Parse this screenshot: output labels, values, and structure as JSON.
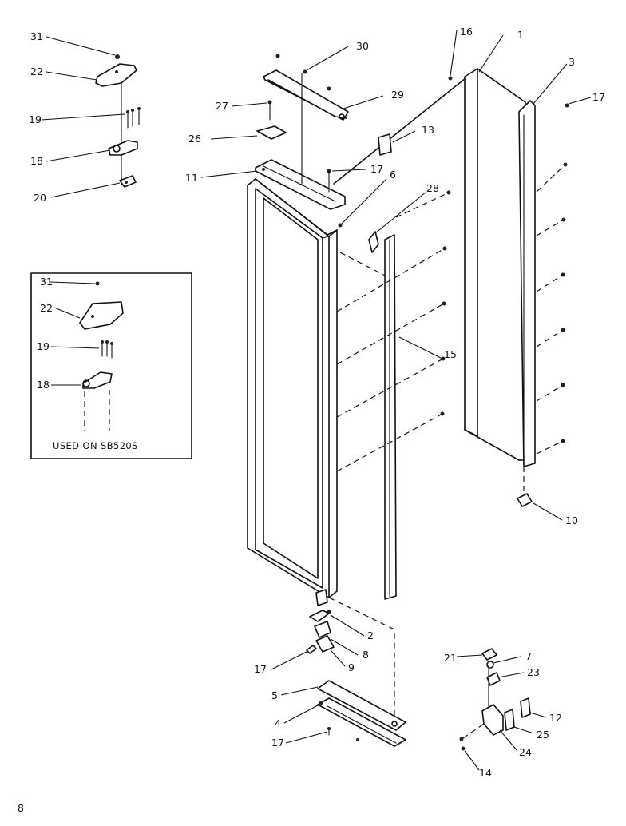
{
  "labels": {
    "l1": "1",
    "l2": "2",
    "l3": "3",
    "l4": "4",
    "l5": "5",
    "l6": "6",
    "l7": "7",
    "l8": "8",
    "l9": "9",
    "l10": "10",
    "l11": "11",
    "l12": "12",
    "l13": "13",
    "l14": "14",
    "l15": "15",
    "l16": "16",
    "l17": "17",
    "l18": "18",
    "l19": "19",
    "l20": "20",
    "l21": "21",
    "l22": "22",
    "l23": "23",
    "l24": "24",
    "l25": "25",
    "l26": "26",
    "l27": "27",
    "l28": "28",
    "l29": "29",
    "l30": "30",
    "l31": "31"
  },
  "inset": {
    "note": "USED ON SB520S"
  },
  "page_number": "8"
}
